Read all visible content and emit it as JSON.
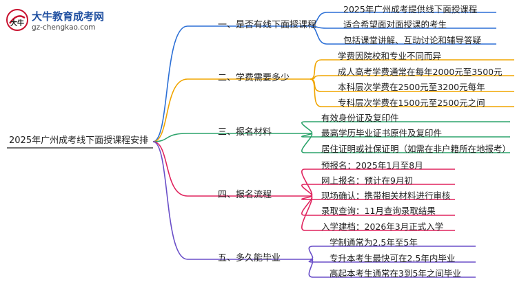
{
  "logo": {
    "title": "大牛教育成考网",
    "url": "gz-chengkao.com",
    "glyph": "大牛"
  },
  "colors": {
    "blue": "#2b6fd6",
    "orange": "#f0a500",
    "green": "#2ca36b",
    "red": "#e0245e",
    "purple": "#6a4fc8"
  },
  "root": "2025年广州成考线下面授课程安排",
  "branches": [
    {
      "label": "一、是否有线下面授课程",
      "items": [
        "2025年广州成考提供线下面授课程",
        "适合希望面对面授课的考生",
        "包括课堂讲解、互动讨论和辅导答疑"
      ]
    },
    {
      "label": "二、学费需要多少",
      "items": [
        "学费因院校和专业不同而异",
        "成人高考学费通常在每年2000元至3500元",
        "本科层次学费在2500元至3200元每年",
        "专科层次学费在1500元至2500元之间"
      ]
    },
    {
      "label": "三、报名材料",
      "items": [
        "有效身份证及复印件",
        "最高学历毕业证书原件及复印件",
        "居住证明或社保证明（如需在非户籍所在地报考）"
      ]
    },
    {
      "label": "四、报名流程",
      "items": [
        "预报名：2025年1月至8月",
        "网上报名：预计在9月初",
        "现场确认：携带相关材料进行审核",
        "录取查询：11月查询录取结果",
        "入学建档：2026年3月正式入学"
      ]
    },
    {
      "label": "五、多久能毕业",
      "items": [
        "学制通常为2.5年至5年",
        "专升本考生最快可在2.5年内毕业",
        "高起本考生通常在3到5年之间毕业"
      ]
    }
  ]
}
